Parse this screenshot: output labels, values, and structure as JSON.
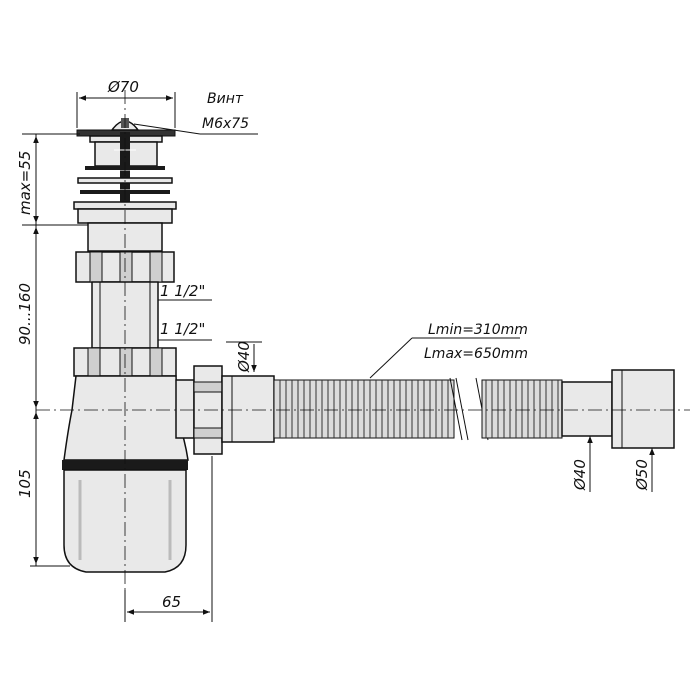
{
  "labels": {
    "top_diameter": "Ø70",
    "screw_title": "Винт",
    "screw_size": "M6x75",
    "max_height": "max=55",
    "height_range": "90...160",
    "height_bottom": "105",
    "offset_width": "65",
    "thread_upper": "1 1/2\"",
    "thread_lower": "1 1/2\"",
    "outlet_diameter": "Ø40",
    "hose_lmin": "Lmin=310mm",
    "hose_lmax": "Lmax=650mm",
    "hose_end_inner": "Ø40",
    "hose_end_outer": "Ø50"
  }
}
